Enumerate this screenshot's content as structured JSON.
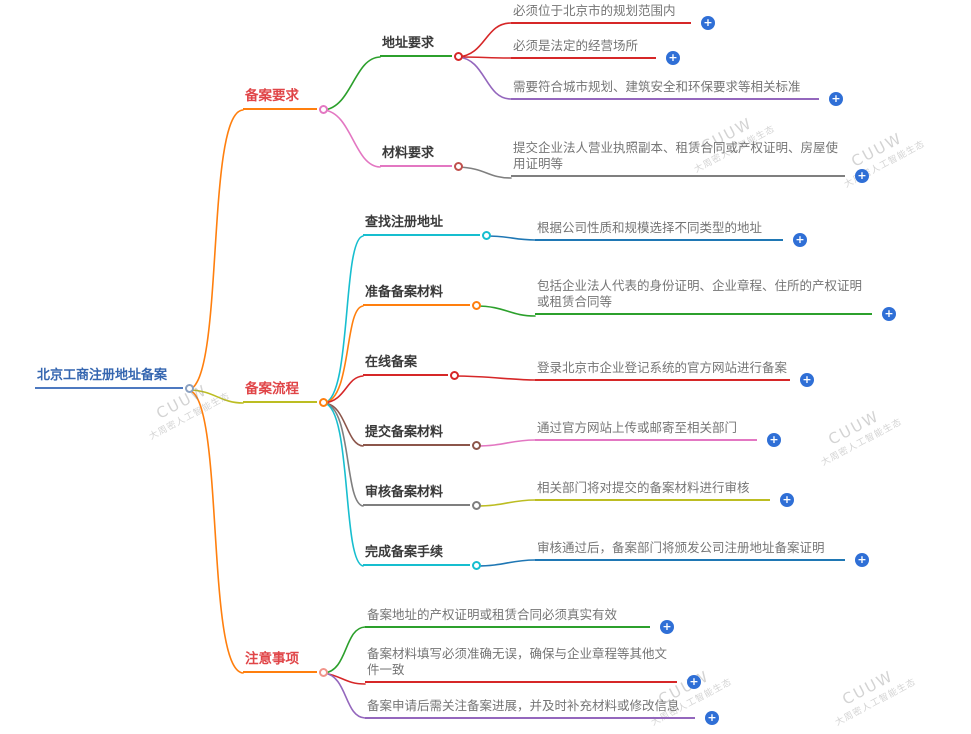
{
  "root": {
    "label": "北京工商注册地址备案"
  },
  "branches": [
    {
      "label": "备案要求",
      "children": [
        {
          "label": "地址要求",
          "children": [
            {
              "label": "必须位于北京市的规划范围内"
            },
            {
              "label": "必须是法定的经营场所"
            },
            {
              "label": "需要符合城市规划、建筑安全和环保要求等相关标准"
            }
          ]
        },
        {
          "label": "材料要求",
          "children": [
            {
              "label": "提交企业法人营业执照副本、租赁合同或产权证明、房屋使用证明等"
            }
          ]
        }
      ]
    },
    {
      "label": "备案流程",
      "children": [
        {
          "label": "查找注册地址",
          "children": [
            {
              "label": "根据公司性质和规模选择不同类型的地址"
            }
          ]
        },
        {
          "label": "准备备案材料",
          "children": [
            {
              "label": "包括企业法人代表的身份证明、企业章程、住所的产权证明或租赁合同等"
            }
          ]
        },
        {
          "label": "在线备案",
          "children": [
            {
              "label": "登录北京市企业登记系统的官方网站进行备案"
            }
          ]
        },
        {
          "label": "提交备案材料",
          "children": [
            {
              "label": "通过官方网站上传或邮寄至相关部门"
            }
          ]
        },
        {
          "label": "审核备案材料",
          "children": [
            {
              "label": "相关部门将对提交的备案材料进行审核"
            }
          ]
        },
        {
          "label": "完成备案手续",
          "children": [
            {
              "label": "审核通过后，备案部门将颁发公司注册地址备案证明"
            }
          ]
        }
      ]
    },
    {
      "label": "注意事项",
      "children": [
        {
          "label": "备案地址的产权证明或租赁合同必须真实有效"
        },
        {
          "label": "备案材料填写必须准确无误，确保与企业章程等其他文件一致"
        },
        {
          "label": "备案申请后需关注备案进展，并及时补充材料或修改信息"
        }
      ]
    }
  ],
  "icons": {
    "plus": "+"
  },
  "watermark": {
    "line1": "CUUW",
    "line2": "大周密人工智能生态"
  },
  "colors": {
    "root_text": "#3566b0",
    "branch_text": "#e04548",
    "subtopic_text": "#3a3a3a",
    "leaf_text": "#757575",
    "plus_button": "#2f6fd6",
    "links": {
      "orange": "#ff7f0e",
      "yellow": "#bcbd22",
      "green": "#2ca02c",
      "red": "#d62728",
      "purple": "#9467bd",
      "pink": "#e377c2",
      "gray": "#7f7f7f",
      "cyan": "#17becf",
      "blue": "#1f77b4",
      "brown": "#8c564b",
      "root_underline": "#4d79c0"
    }
  }
}
